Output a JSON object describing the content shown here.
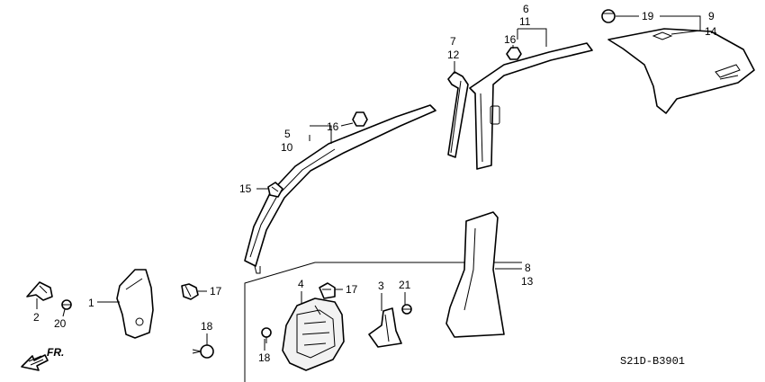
{
  "callouts": {
    "c1": "1",
    "c2": "2",
    "c3": "3",
    "c4": "4",
    "c5": "5",
    "c10": "10",
    "c6": "6",
    "c11": "11",
    "c7": "7",
    "c12": "12",
    "c8": "8",
    "c13": "13",
    "c9": "9",
    "c14": "14",
    "c15": "15",
    "c16a": "16",
    "c16b": "16",
    "c17a": "17",
    "c17b": "17",
    "c18a": "18",
    "c18b": "18",
    "c19": "19",
    "c20": "20",
    "c21": "21"
  },
  "direction_label": "FR.",
  "diagram_code": "S21D-B3901",
  "icons": {
    "direction": "front-direction-arrow-icon"
  }
}
